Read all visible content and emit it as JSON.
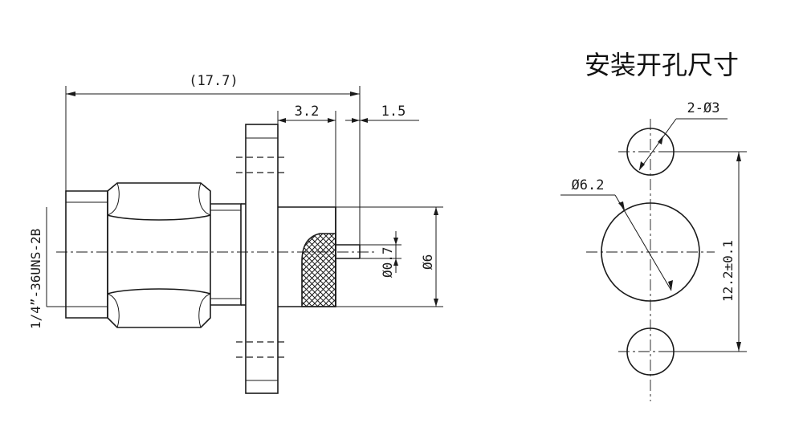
{
  "title": "安装开孔尺寸",
  "dimensions": {
    "overall_length": "(17.7)",
    "flange_offset": "3.2",
    "pin_offset": "1.5",
    "thread_spec": "1/4”-36UNS-2B",
    "pin_diameter": "Ø0.7",
    "dielectric_diameter": "Ø6",
    "mount_holes": "2-Ø3",
    "center_hole": "Ø6.2",
    "hole_spacing": "12.2±0.1"
  }
}
